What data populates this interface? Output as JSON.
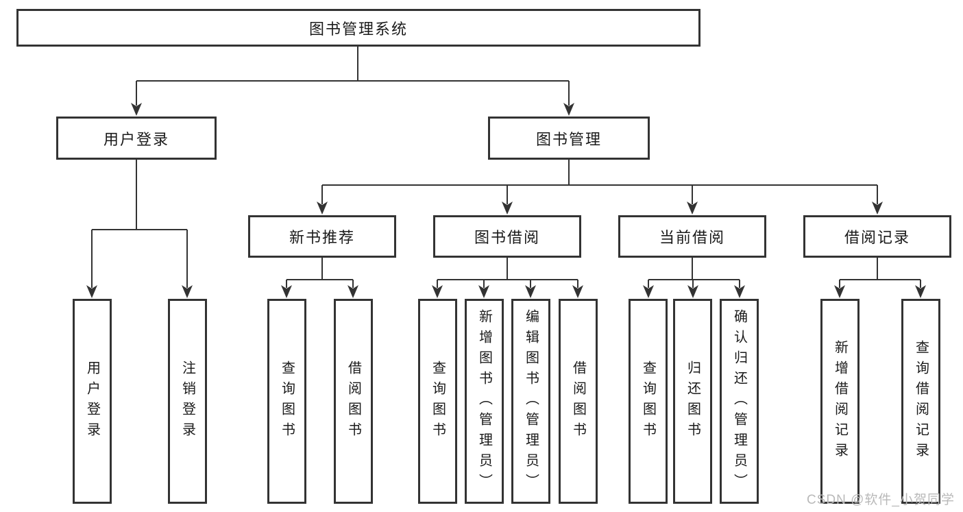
{
  "colors": {
    "background": "#ffffff",
    "border": "#333333",
    "line": "#333333",
    "text": "#1a1a1a",
    "watermark": "#b9b9b9"
  },
  "diagram": {
    "type": "tree",
    "root": {
      "label": "图书管理系统"
    },
    "branches": [
      {
        "label": "用户登录",
        "children": [
          {
            "label": "用户登录"
          },
          {
            "label": "注销登录"
          }
        ]
      },
      {
        "label": "图书管理",
        "children": [
          {
            "label": "新书推荐",
            "children": [
              {
                "label": "查询图书"
              },
              {
                "label": "借阅图书"
              }
            ]
          },
          {
            "label": "图书借阅",
            "children": [
              {
                "label": "查询图书"
              },
              {
                "label": "新增图书（管理员）"
              },
              {
                "label": "编辑图书（管理员）"
              },
              {
                "label": "借阅图书"
              }
            ]
          },
          {
            "label": "当前借阅",
            "children": [
              {
                "label": "查询图书"
              },
              {
                "label": "归还图书"
              },
              {
                "label": "确认归还（管理员）"
              }
            ]
          },
          {
            "label": "借阅记录",
            "children": [
              {
                "label": "新增借阅记录"
              },
              {
                "label": "查询借阅记录"
              }
            ]
          }
        ]
      }
    ]
  },
  "watermark": {
    "text": "CSDN @软件_小贺同学"
  }
}
